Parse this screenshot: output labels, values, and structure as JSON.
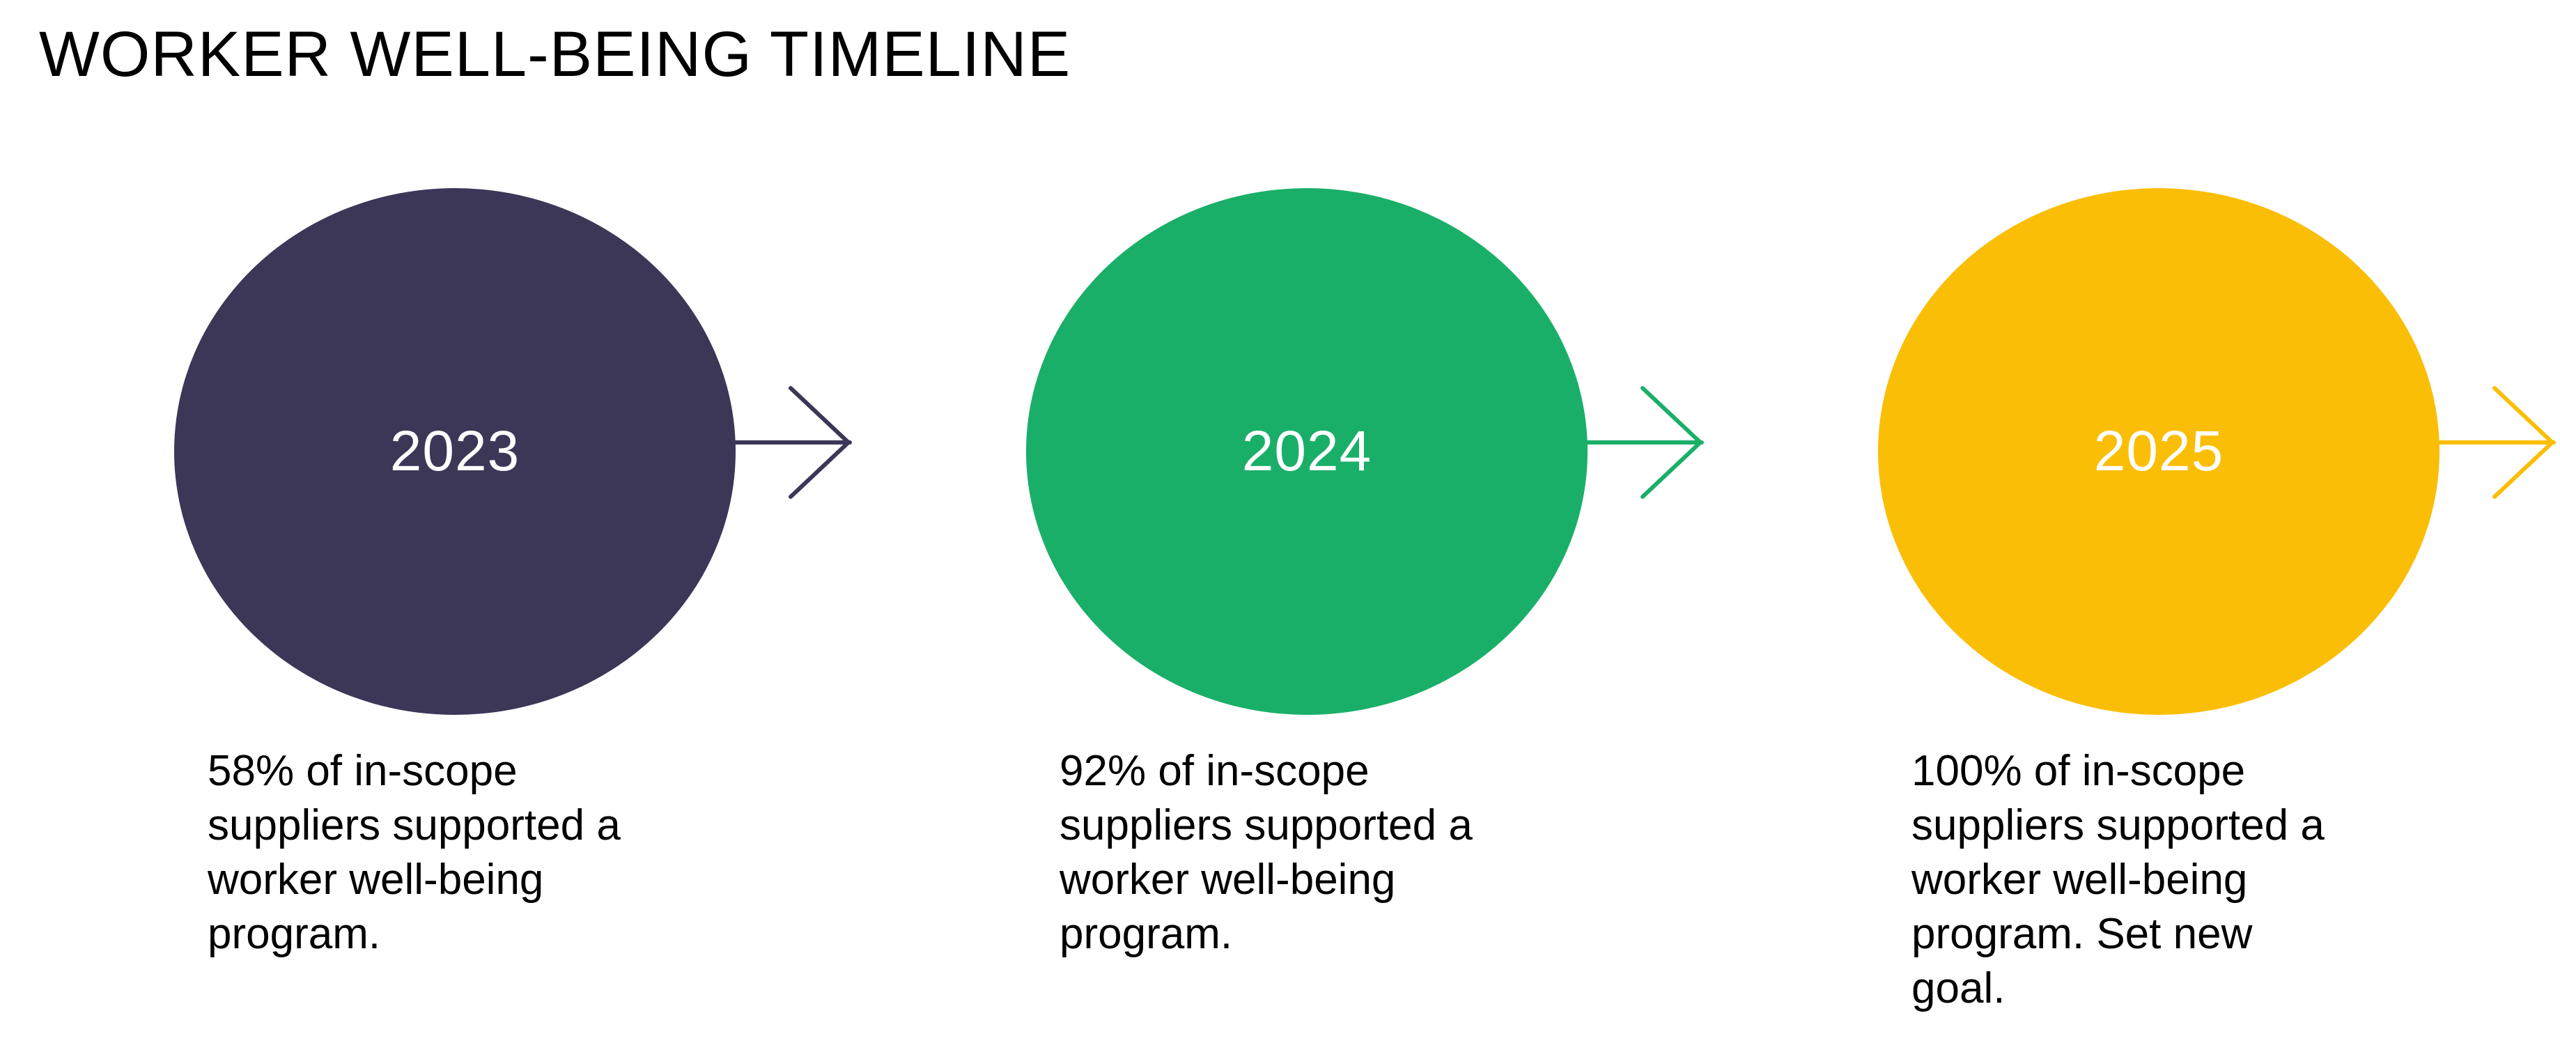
{
  "title": "WORKER WELL-BEING TIMELINE",
  "milestones": [
    {
      "year": "2023",
      "description": "58% of in-scope\nsuppliers supported a\nworker well-being\nprogram.",
      "color": "#3c3657"
    },
    {
      "year": "2024",
      "description": "92% of in-scope\nsuppliers supported a\nworker well-being\nprogram.",
      "color": "#1aaf68"
    },
    {
      "year": "2025",
      "description": "100% of in-scope\nsuppliers supported a\nworker well-being\nprogram. Set new\ngoal.",
      "color": "#fbbe06"
    }
  ]
}
